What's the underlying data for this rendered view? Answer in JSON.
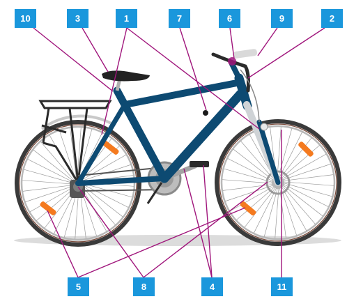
{
  "colors": {
    "badge": "#1a97dc",
    "leader_line": "#a0167c",
    "frame": "#0d4a72",
    "tire": "#3a3a3a",
    "rim": "#b8b8b8",
    "reflector": "#f47a1f",
    "shadow": "#dcdcdc"
  },
  "callouts": [
    {
      "id": "badge-10",
      "label": "10"
    },
    {
      "id": "badge-3",
      "label": "3"
    },
    {
      "id": "badge-1",
      "label": "1"
    },
    {
      "id": "badge-7",
      "label": "7"
    },
    {
      "id": "badge-6",
      "label": "6"
    },
    {
      "id": "badge-9",
      "label": "9"
    },
    {
      "id": "badge-2",
      "label": "2"
    },
    {
      "id": "badge-5",
      "label": "5"
    },
    {
      "id": "badge-8",
      "label": "8"
    },
    {
      "id": "badge-4",
      "label": "4"
    },
    {
      "id": "badge-11",
      "label": "11"
    }
  ]
}
